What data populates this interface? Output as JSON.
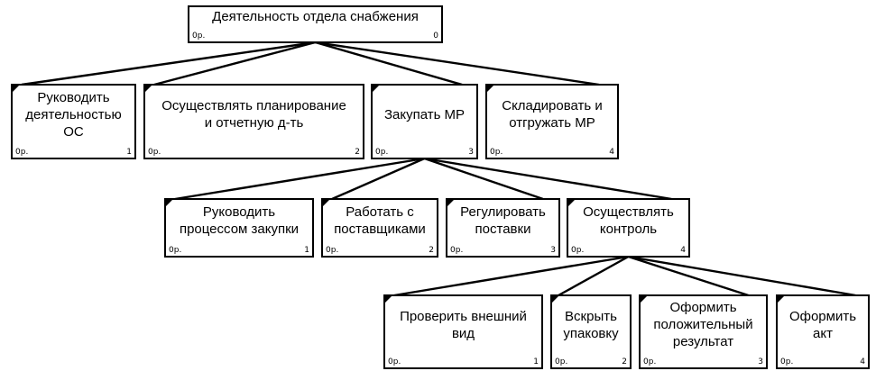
{
  "diagram": {
    "nodes": [
      {
        "id": "root",
        "label": "Деятельность отдела снабжения",
        "cost": "0р.",
        "num": "0"
      },
      {
        "id": "a1",
        "label": "Руководить\nдеятельностью\nОС",
        "cost": "0р.",
        "num": "1"
      },
      {
        "id": "a2",
        "label": "Осуществлять планирование\nи отчетную д-ть",
        "cost": "0р.",
        "num": "2"
      },
      {
        "id": "a3",
        "label": "Закупать МР",
        "cost": "0р.",
        "num": "3"
      },
      {
        "id": "a4",
        "label": "Складировать и\nотгружать МР",
        "cost": "0р.",
        "num": "4"
      },
      {
        "id": "b1",
        "label": "Руководить\nпроцессом закупки",
        "cost": "0р.",
        "num": "1"
      },
      {
        "id": "b2",
        "label": "Работать с\nпоставщиками",
        "cost": "0р.",
        "num": "2"
      },
      {
        "id": "b3",
        "label": "Регулировать\nпоставки",
        "cost": "0р.",
        "num": "3"
      },
      {
        "id": "b4",
        "label": "Осуществлять\nконтроль",
        "cost": "0р.",
        "num": "4"
      },
      {
        "id": "c1",
        "label": "Проверить внешний\nвид",
        "cost": "0р.",
        "num": "1"
      },
      {
        "id": "c2",
        "label": "Вскрыть\nупаковку",
        "cost": "0р.",
        "num": "2"
      },
      {
        "id": "c3",
        "label": "Оформить\nположительный\nрезультат",
        "cost": "0р.",
        "num": "3"
      },
      {
        "id": "c4",
        "label": "Оформить\nакт",
        "cost": "0р.",
        "num": "4"
      }
    ],
    "edges": [
      [
        "root",
        "a1"
      ],
      [
        "root",
        "a2"
      ],
      [
        "root",
        "a3"
      ],
      [
        "root",
        "a4"
      ],
      [
        "a3",
        "b1"
      ],
      [
        "a3",
        "b2"
      ],
      [
        "a3",
        "b3"
      ],
      [
        "a3",
        "b4"
      ],
      [
        "b4",
        "c1"
      ],
      [
        "b4",
        "c2"
      ],
      [
        "b4",
        "c3"
      ],
      [
        "b4",
        "c4"
      ]
    ]
  }
}
